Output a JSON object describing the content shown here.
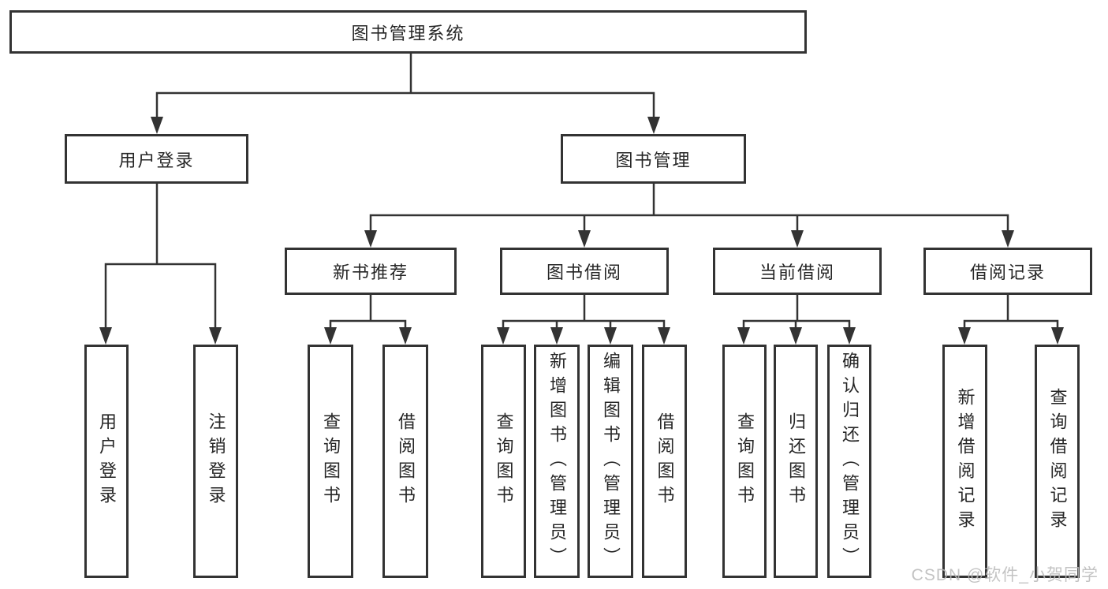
{
  "diagram_title": "图书管理系统",
  "watermark": {
    "text": "CSDN @软件_小贺同学"
  },
  "colors": {
    "line": "#333333",
    "text": "#262626",
    "box_background": "#ffffff",
    "watermark": "#b9b9b9"
  },
  "tree": {
    "root": {
      "label": "图书管理系统",
      "children": [
        {
          "label": "用户登录",
          "children": [
            {
              "label": "用户登录"
            },
            {
              "label": "注销登录"
            }
          ]
        },
        {
          "label": "图书管理",
          "children": [
            {
              "label": "新书推荐",
              "children": [
                {
                  "label": "查询图书"
                },
                {
                  "label": "借阅图书"
                }
              ]
            },
            {
              "label": "图书借阅",
              "children": [
                {
                  "label": "查询图书"
                },
                {
                  "label": "新增图书（管理员）"
                },
                {
                  "label": "编辑图书（管理员）"
                },
                {
                  "label": "借阅图书"
                }
              ]
            },
            {
              "label": "当前借阅",
              "children": [
                {
                  "label": "查询图书"
                },
                {
                  "label": "归还图书"
                },
                {
                  "label": "确认归还（管理员）"
                }
              ]
            },
            {
              "label": "借阅记录",
              "children": [
                {
                  "label": "新增借阅记录"
                },
                {
                  "label": "查询借阅记录"
                }
              ]
            }
          ]
        }
      ]
    }
  }
}
